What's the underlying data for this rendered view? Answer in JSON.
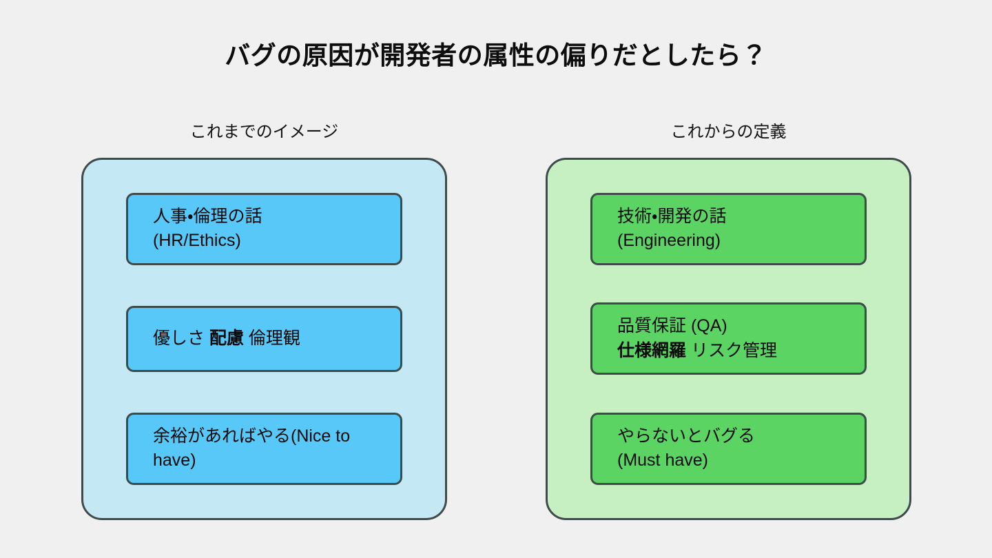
{
  "slide": {
    "title": "バグの原因が開発者の属性の偏りだとしたら？",
    "background_color": "#f0f0f0",
    "border_color": "#3f4a4a"
  },
  "columns": [
    {
      "id": "before",
      "header": "これまでのイメージ",
      "panel_color": "#c5e8f5",
      "card_color": "#58c8f8",
      "cards": [
        {
          "name": "hr-ethics",
          "lines": [
            {
              "text": "人事・倫理の話",
              "bold": false
            },
            {
              "text": "(HR/Ethics)",
              "bold": false
            }
          ]
        },
        {
          "name": "kindness-consideration-ethics",
          "lines": [
            {
              "pre": "優しさ ",
              "bold_text": "配慮",
              "post": " 倫理観"
            }
          ]
        },
        {
          "name": "nice-to-have",
          "lines": [
            {
              "text": "余裕があればやる(Nice to",
              "bold": false
            },
            {
              "text": "have)",
              "bold": false
            }
          ]
        }
      ]
    },
    {
      "id": "after",
      "header": "これからの定義",
      "panel_color": "#c6efc2",
      "card_color": "#5bd464",
      "cards": [
        {
          "name": "engineering",
          "lines": [
            {
              "text": "技術・開発の話",
              "bold": false
            },
            {
              "text": "(Engineering)",
              "bold": false
            }
          ]
        },
        {
          "name": "qa-coverage-risk",
          "lines": [
            {
              "text": "品質保証 (QA)",
              "bold": false
            },
            {
              "pre": "",
              "bold_text": "仕様網羅",
              "post": " リスク管理"
            }
          ]
        },
        {
          "name": "must-have",
          "lines": [
            {
              "text": "やらないとバグる",
              "bold": false
            },
            {
              "text": "(Must have)",
              "bold": false
            }
          ]
        }
      ]
    }
  ]
}
